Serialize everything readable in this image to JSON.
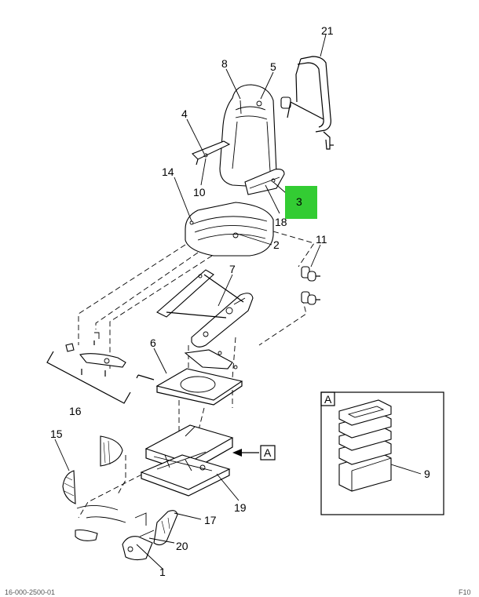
{
  "callouts": [
    {
      "id": "1",
      "label": "1"
    },
    {
      "id": "2",
      "label": "2"
    },
    {
      "id": "3",
      "label": "3",
      "highlighted": true
    },
    {
      "id": "4",
      "label": "4"
    },
    {
      "id": "5",
      "label": "5"
    },
    {
      "id": "6",
      "label": "6"
    },
    {
      "id": "7",
      "label": "7"
    },
    {
      "id": "8",
      "label": "8"
    },
    {
      "id": "9",
      "label": "9"
    },
    {
      "id": "10",
      "label": "10"
    },
    {
      "id": "11",
      "label": "11"
    },
    {
      "id": "14",
      "label": "14"
    },
    {
      "id": "15",
      "label": "15"
    },
    {
      "id": "16",
      "label": "16"
    },
    {
      "id": "17",
      "label": "17"
    },
    {
      "id": "18",
      "label": "18"
    },
    {
      "id": "19",
      "label": "19"
    },
    {
      "id": "20",
      "label": "20"
    },
    {
      "id": "21",
      "label": "21"
    }
  ],
  "detail_ref": {
    "arrow_label": "A",
    "box_label": "A"
  },
  "highlight_color": "#33cc33",
  "footer": {
    "left": "16-000-2500-01",
    "right": "F10"
  }
}
